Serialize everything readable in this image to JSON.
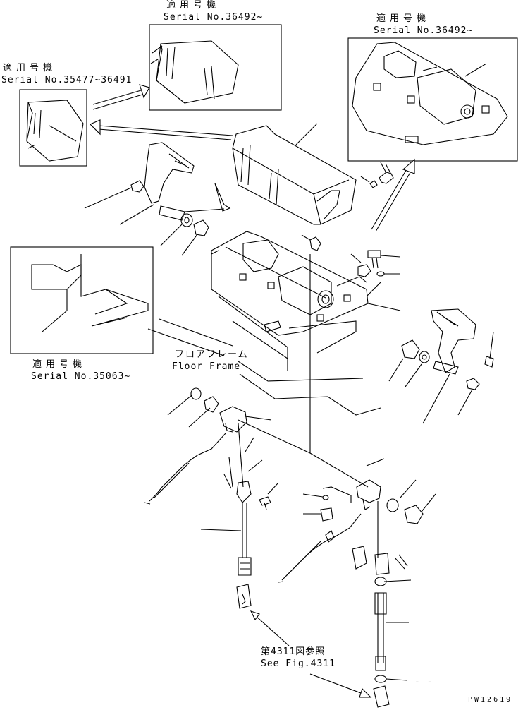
{
  "applicability_boxes": [
    {
      "jp": "適用号機",
      "serial": "Serial No.36492~"
    },
    {
      "jp": "適用号機",
      "serial": "Serial No.36492~"
    },
    {
      "jp": "適用号機",
      "serial": "Serial No.35477~36491"
    },
    {
      "jp": "適用号機",
      "serial": "Serial No.35063~"
    }
  ],
  "floor_frame": {
    "jp": "フロアフレーム",
    "en": "Floor Frame"
  },
  "reference": {
    "jp": "第4311図参照",
    "en": "See Fig.4311"
  },
  "drawing_code": "PW12619",
  "dash_mark": "- -"
}
